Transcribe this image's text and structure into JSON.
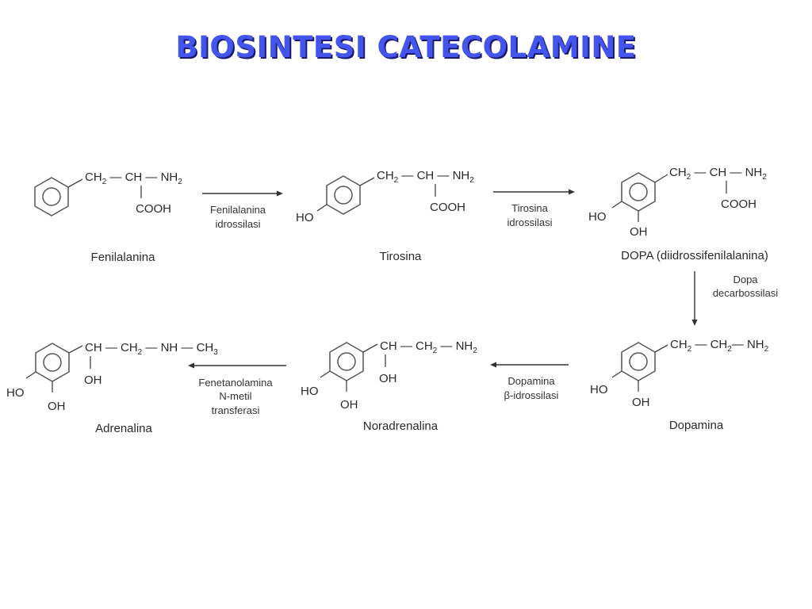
{
  "title": "BIOSINTESI CATECOLAMINE",
  "compounds": {
    "fenilalanina": {
      "name": "Fenilalanina",
      "chain": [
        "CH",
        "2",
        " — CH — NH",
        "2"
      ],
      "cooh": "COOH"
    },
    "tirosina": {
      "name": "Tirosina",
      "chain": [
        "CH",
        "2",
        " — CH — NH",
        "2"
      ],
      "cooh": "COOH",
      "ho": "HO"
    },
    "dopa": {
      "name": "DOPA (diidrossifenilalanina)",
      "chain": [
        "CH",
        "2",
        " — CH — NH",
        "2"
      ],
      "cooh": "COOH",
      "ho": "HO",
      "oh": "OH"
    },
    "dopamina": {
      "name": "Dopamina",
      "chain": [
        "CH",
        "2",
        " — CH",
        "2",
        "— NH",
        "2"
      ],
      "ho": "HO",
      "oh": "OH"
    },
    "noradrenalina": {
      "name": "Noradrenalina",
      "chain": [
        "CH — CH",
        "2",
        " — NH",
        "2"
      ],
      "side_oh": "OH",
      "ho": "HO",
      "oh": "OH"
    },
    "adrenalina": {
      "name": "Adrenalina",
      "chain": [
        "CH — CH",
        "2",
        " — NH — CH",
        "3"
      ],
      "side_oh": "OH",
      "ho": "HO",
      "oh": "OH"
    }
  },
  "enzymes": {
    "fenilalanina_idrossilasi": [
      "Fenilalanina",
      "idrossilasi"
    ],
    "tirosina_idrossilasi": [
      "Tirosina",
      "idrossilasi"
    ],
    "dopa_decarbossilasi": [
      "Dopa",
      "decarbossilasi"
    ],
    "dopamina_idrossilasi": [
      "Dopamina",
      "β-idrossilasi"
    ],
    "n_metil_transferasi": [
      "Fenetanolamina",
      "N-metil",
      "transferasi"
    ]
  },
  "colors": {
    "title": "#4455ee",
    "title_shadow": "#1a1a70",
    "ink": "#2a2a2a"
  }
}
